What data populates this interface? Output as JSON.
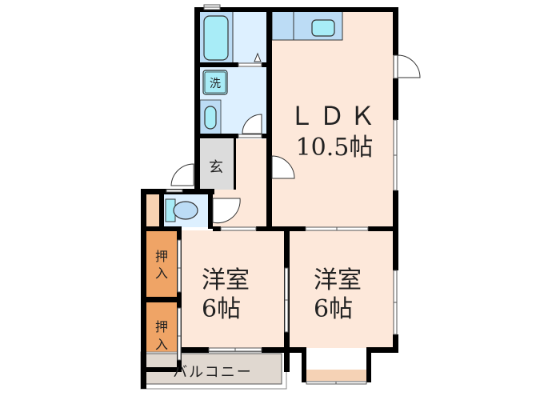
{
  "floorplan": {
    "colors": {
      "wall": "#000000",
      "room_fill": "#fde8da",
      "wet_fill": "#ddf0ff",
      "fixture_fill": "#bcdcf5",
      "fixture_inner": "#a8ecf7",
      "entrance_fill": "#dcdcdc",
      "closet_fill": "#efa466",
      "closet_light_fill": "#f7d2b2",
      "balcony_fill": "#e0d8d0",
      "bay_fill": "#f5d2b5"
    },
    "rooms": {
      "ldk": {
        "name": "ＬＤＫ",
        "size": "10.5帖"
      },
      "western1": {
        "name": "洋室",
        "size": "6帖"
      },
      "western2": {
        "name": "洋室",
        "size": "6帖"
      },
      "entrance": {
        "label": "玄"
      },
      "washer": {
        "label": "洗"
      },
      "closet1": {
        "label_top": "押",
        "label_bottom": "入"
      },
      "closet2": {
        "label_top": "押",
        "label_bottom": "入"
      },
      "balcony": {
        "label": "バルコニー"
      }
    }
  }
}
